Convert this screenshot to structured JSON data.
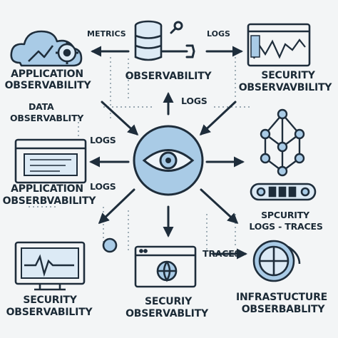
{
  "colors": {
    "stroke": "#1e2d3b",
    "fill_light": "#a9cbe6",
    "fill_pale": "#dceaf5",
    "background": "#f3f5f6"
  },
  "labels": {
    "app_obs_top_1": "APPLICATION",
    "app_obs_top_2": "OBSERVABILITY",
    "metrics": "METRICS",
    "logs_top": "LOGS",
    "observability_top": "OBSERVABILITY",
    "security_top_1": "SECURITY",
    "security_top_2": "OBSERVAVBILITY",
    "data_obs_1": "DATA",
    "data_obs_2": "OBSERVABLITY",
    "logs_center": "LOGS",
    "logs_left": "LOGS",
    "logs_left_lower": "LOGS",
    "app_obs_mid_1": "APPLICATION",
    "app_obs_mid_2": "OBSERBVABILITY",
    "security_logs_1": "SPCURITY",
    "security_logs_2": "LOGS - TRACES",
    "traces": "TRACES",
    "security_bottom_1": "SECURITY",
    "security_bottom_2": "OBSERVABILITY",
    "security_obs_bottom_1": "SECURIY",
    "security_obs_bottom_2": "OBSERVABLITY",
    "infra_1": "INFRASTUCTURE",
    "infra_2": "OBSERBABLITY"
  },
  "icons": [
    "cloud-gear-icon",
    "database-icon",
    "wrench-icon",
    "line-chart-monitor-icon",
    "eye-icon",
    "browser-window-icon",
    "network-graph-icon",
    "conveyor-icon",
    "heartbeat-monitor-icon",
    "globe-window-icon",
    "globe-badge-icon",
    "ring-icon"
  ]
}
